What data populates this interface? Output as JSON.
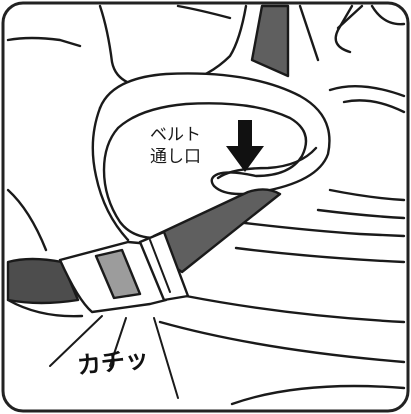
{
  "illustration": {
    "labels": {
      "belt_line1": "ベルト",
      "belt_line2": "通し口",
      "click_sound": "カチッ"
    },
    "icons": {
      "insert_arrow": "down-arrow-icon"
    },
    "colors": {
      "outline": "#1a1a1a",
      "frame": "#222222",
      "belt": "#5f5f5f",
      "belt_dark": "#4d4d4d",
      "buckle_plate": "#9c9c9c",
      "background": "#ffffff"
    }
  }
}
